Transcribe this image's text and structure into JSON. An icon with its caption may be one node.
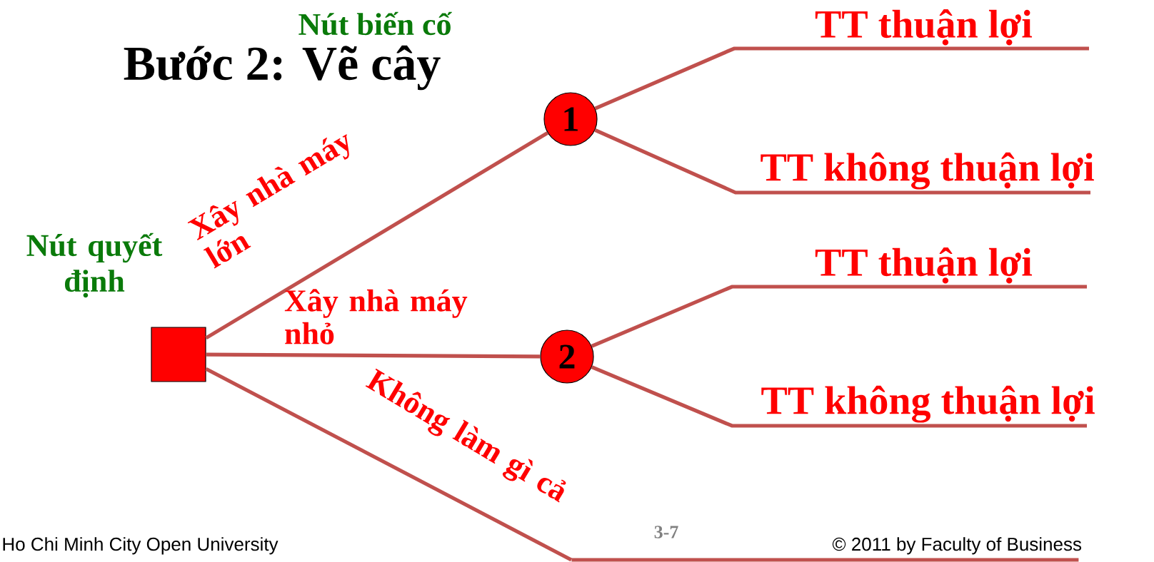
{
  "diagram": {
    "title": "Bước 2: Vẽ cây",
    "nodes": [
      {
        "text": [],
        "shape": "box"
      },
      {
        "text": [
          "1"
        ]
      },
      {
        "text": [
          "2"
        ]
      },
      {
        "text": [
          "TT thuận lợi"
        ]
      },
      {
        "text": [
          "TT không thuận lợi"
        ]
      },
      {
        "text": [
          "TT thuận lợi"
        ]
      },
      {
        "text": [
          "TT không thuận lợi"
        ]
      },
      {
        "text": [],
        "shape": "bar"
      }
    ],
    "edges": [
      {
        "from": 0,
        "to": 1,
        "arrow": "none",
        "label": "Xây nhà máy lớn"
      },
      {
        "from": 0,
        "to": 2,
        "arrow": "none",
        "label": "Xây nhà máy nhỏ"
      },
      {
        "from": 0,
        "to": 7,
        "arrow": "none",
        "label": "Không làm gì cả"
      },
      {
        "from": 1,
        "to": 3,
        "arrow": "none"
      },
      {
        "from": 1,
        "to": 4,
        "arrow": "none"
      },
      {
        "from": 2,
        "to": 5,
        "arrow": "none"
      },
      {
        "from": 2,
        "to": 6,
        "arrow": "none"
      }
    ],
    "labels": [
      "Nút biến cố",
      "Nút quyết định",
      "3-7",
      "Ho Chi Minh City Open University",
      "© 2011 by Faculty of Business"
    ]
  }
}
